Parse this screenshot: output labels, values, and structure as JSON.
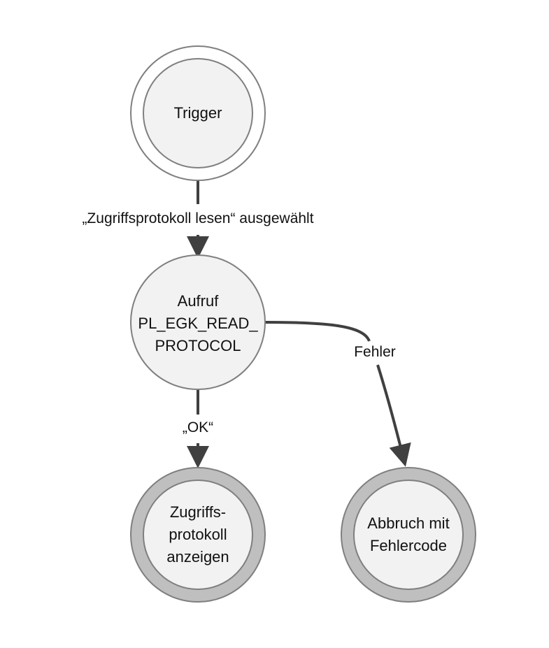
{
  "nodes": {
    "trigger": {
      "label": "Trigger"
    },
    "aufruf": {
      "lines": [
        "Aufruf",
        "PL_EGK_READ_",
        "PROTOCOL"
      ]
    },
    "anzeigen": {
      "lines": [
        "Zugriffs-",
        "protokoll",
        "anzeigen"
      ]
    },
    "abbruch": {
      "lines": [
        "Abbruch mit",
        "Fehlercode"
      ]
    }
  },
  "edges": {
    "auswahl": {
      "label": "„Zugriffsprotokoll lesen“ ausgewählt"
    },
    "ok": {
      "label": "„OK“"
    },
    "fehler": {
      "label": "Fehler"
    }
  },
  "colors": {
    "node_fill": "#f2f2f2",
    "node_stroke": "#7f7f7f",
    "end_ring": "#bfbfbf",
    "arrow": "#404040",
    "background": "#ffffff"
  }
}
